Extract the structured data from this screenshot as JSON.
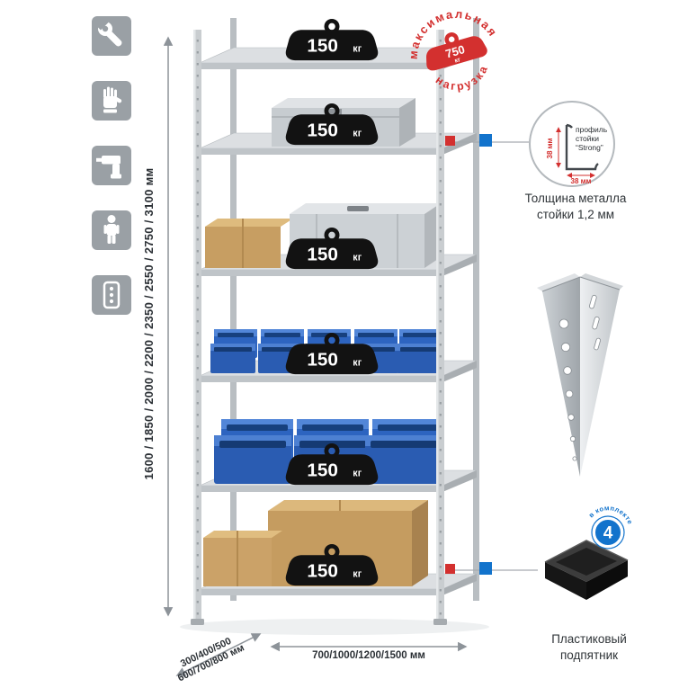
{
  "left_icons": {
    "items": [
      {
        "name": "wrench"
      },
      {
        "name": "work-gloves"
      },
      {
        "name": "drill"
      },
      {
        "name": "person"
      },
      {
        "name": "perforated-plate"
      }
    ]
  },
  "dimensions": {
    "height_label": "1600 / 1850 / 2000 / 2200 / 2350 / 2550 / 2750 / 3100 мм",
    "depth_line1": "300/400/500",
    "depth_line2": "600/700/800 мм",
    "width_label": "700/1000/1200/1500 мм"
  },
  "shelf_load": {
    "value": "150",
    "unit": "кг",
    "shelf_count": 6
  },
  "max_load": {
    "arc_top": "максимальная",
    "arc_bottom": "нагрузка",
    "value": "750",
    "unit": "кг"
  },
  "profile_detail": {
    "label_line1": "профиль",
    "label_line2": "стойки",
    "label_line3": "“Strong”",
    "dim_vertical": "38 мм",
    "dim_horizontal": "38 мм",
    "caption_line1": "Толщина металла",
    "caption_line2": "стойки 1,2 мм"
  },
  "foot_detail": {
    "badge_value": "4",
    "badge_arc": "в комплекте",
    "caption_line1": "Пластиковый",
    "caption_line2": "подпятник"
  },
  "colors": {
    "accent_red": "#d3302f",
    "accent_blue": "#1273cc",
    "metal_light": "#dcdfe2",
    "metal_mid": "#bfc4c8",
    "bin_blue": "#2d64c0",
    "box_tan": "#c79e62"
  }
}
